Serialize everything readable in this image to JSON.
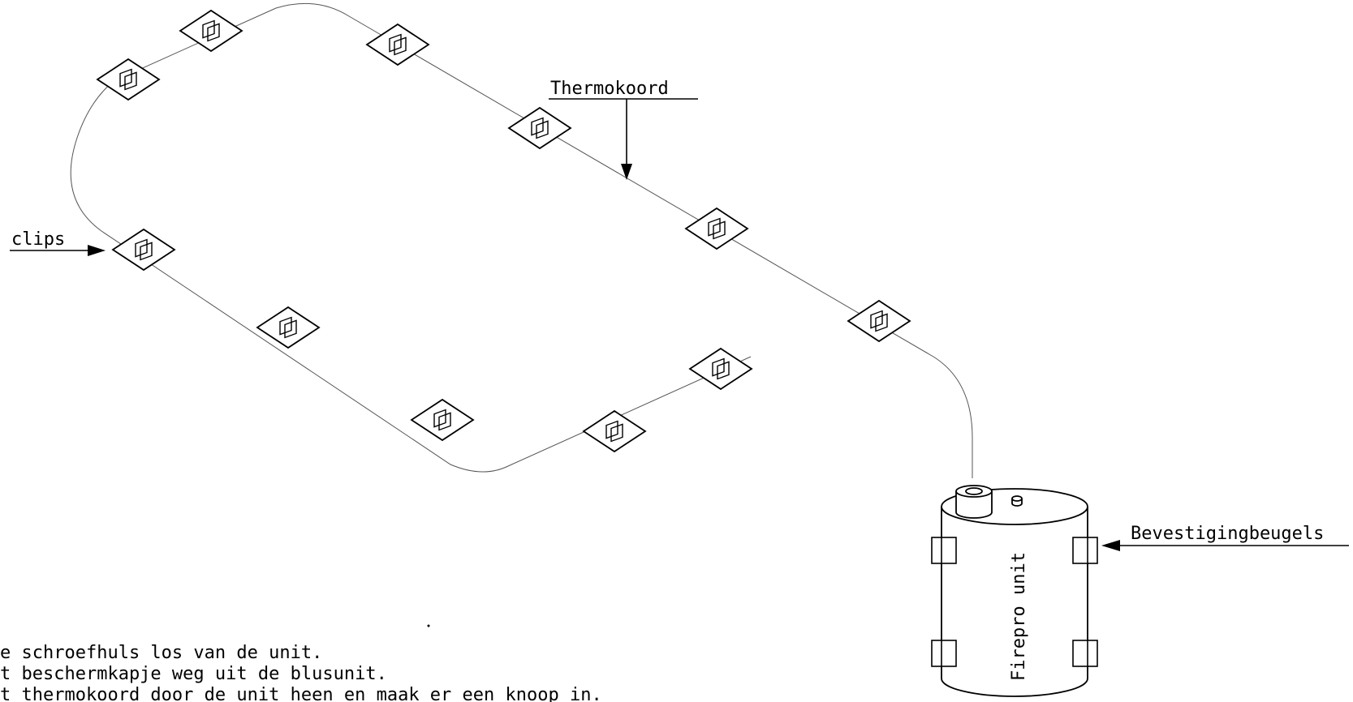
{
  "labels": {
    "thermokoord": "Thermokoord",
    "clips": "clips",
    "bevestigingbeugels": "Bevestigingbeugels",
    "unit_name": "Firepro unit"
  },
  "instructions": [
    "e schroefhuls los van de unit.",
    "t beschermkapje weg uit de blusunit.",
    "t thermokoord door de unit heen en maak er een knoop in."
  ]
}
